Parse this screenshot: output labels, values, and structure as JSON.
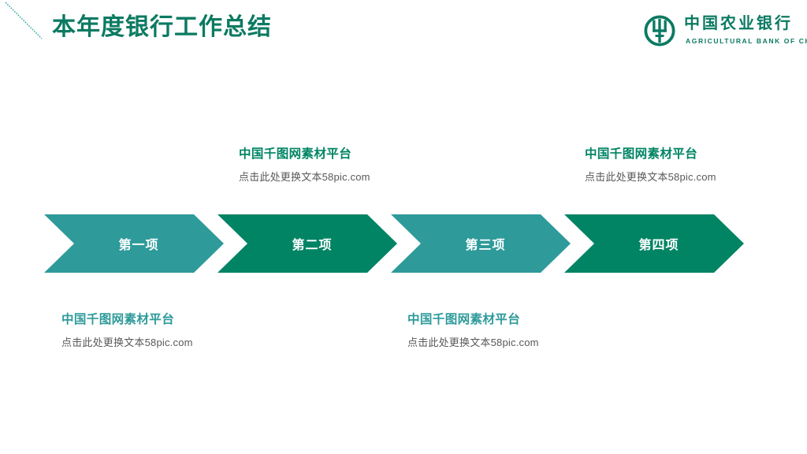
{
  "slide": {
    "background": "#ffffff",
    "title": "本年度银行工作总结",
    "title_color": "#0b7a62"
  },
  "decor": {
    "diagonal_line_icon": "diagonal-line",
    "color": "#2fa8a0"
  },
  "logo": {
    "mark_icon": "abc-emblem-icon",
    "chinese_name": "中国农业银行",
    "english_name": "AGRICULTURAL BANK OF CHINA",
    "color": "#0b7a62"
  },
  "colors": {
    "teal": "#2e9a9a",
    "dark_green": "#008464",
    "body_text": "#595959"
  },
  "chevrons": [
    {
      "label": "第一项",
      "color": "#2e9a9a"
    },
    {
      "label": "第二项",
      "color": "#008464"
    },
    {
      "label": "第三项",
      "color": "#2e9a9a"
    },
    {
      "label": "第四项",
      "color": "#008464"
    }
  ],
  "captions": [
    {
      "position": "below",
      "index": 0,
      "heading": "中国千图网素材平台",
      "heading_color": "#2e9a9a",
      "body": "点击此处更换文本58pic.com"
    },
    {
      "position": "above",
      "index": 1,
      "heading": "中国千图网素材平台",
      "heading_color": "#008464",
      "body": "点击此处更换文本58pic.com"
    },
    {
      "position": "below",
      "index": 2,
      "heading": "中国千图网素材平台",
      "heading_color": "#2e9a9a",
      "body": "点击此处更换文本58pic.com"
    },
    {
      "position": "above",
      "index": 3,
      "heading": "中国千图网素材平台",
      "heading_color": "#008464",
      "body": "点击此处更换文本58pic.com"
    }
  ]
}
